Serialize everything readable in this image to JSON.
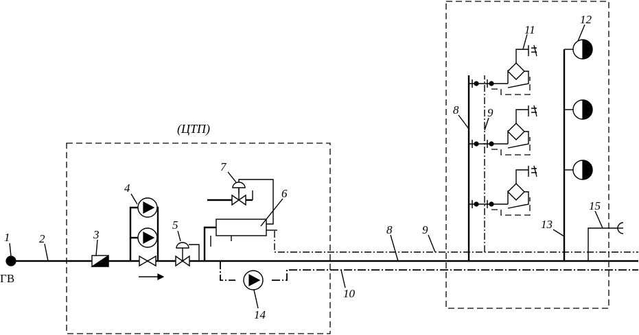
{
  "diagram": {
    "title": "(ЦТП)",
    "source_label": "ГВ",
    "labels": {
      "n1": "1",
      "n2": "2",
      "n3": "3",
      "n4": "4",
      "n5": "5",
      "n6": "6",
      "n7": "7",
      "n8a": "8",
      "n8b": "8",
      "n9a": "9",
      "n9b": "9",
      "n10": "10",
      "n11": "11",
      "n12": "12",
      "n13": "13",
      "n14": "14",
      "n15": "15"
    },
    "icons": [
      "pump-icon",
      "valve-icon",
      "regulator-valve-icon",
      "heat-exchanger-icon",
      "filter-icon",
      "radiator-icon",
      "faucet-icon",
      "flow-arrow-icon",
      "water-meter-icon"
    ]
  }
}
